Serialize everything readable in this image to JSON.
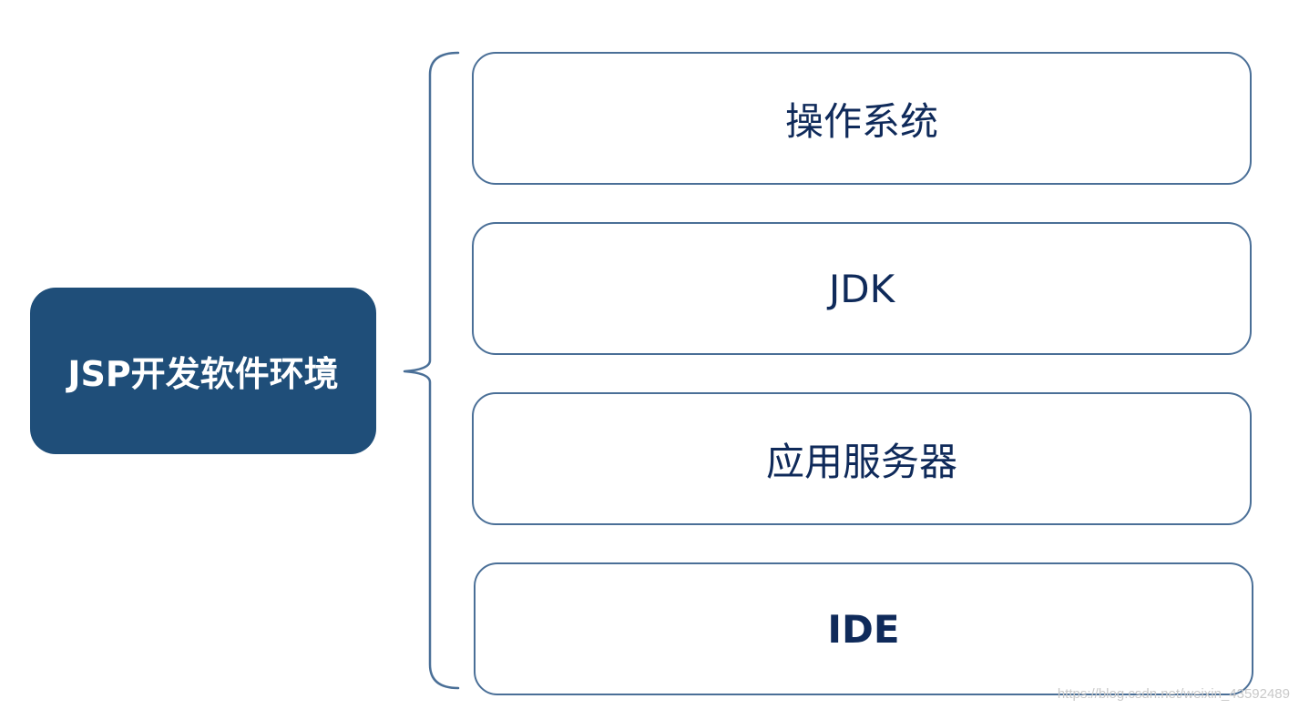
{
  "diagram": {
    "root": {
      "label": "JSP开发软件环境",
      "fill_color": "#1f4e79",
      "text_color": "#ffffff"
    },
    "children": [
      {
        "label": "操作系统"
      },
      {
        "label": "JDK"
      },
      {
        "label": "应用服务器"
      },
      {
        "label": "IDE"
      }
    ],
    "connector": "curly-brace",
    "child_border_color": "#4a6f97",
    "child_text_color": "#0f2a5a"
  },
  "watermark": {
    "text": "https://blog.csdn.net/weixin_43592489"
  }
}
